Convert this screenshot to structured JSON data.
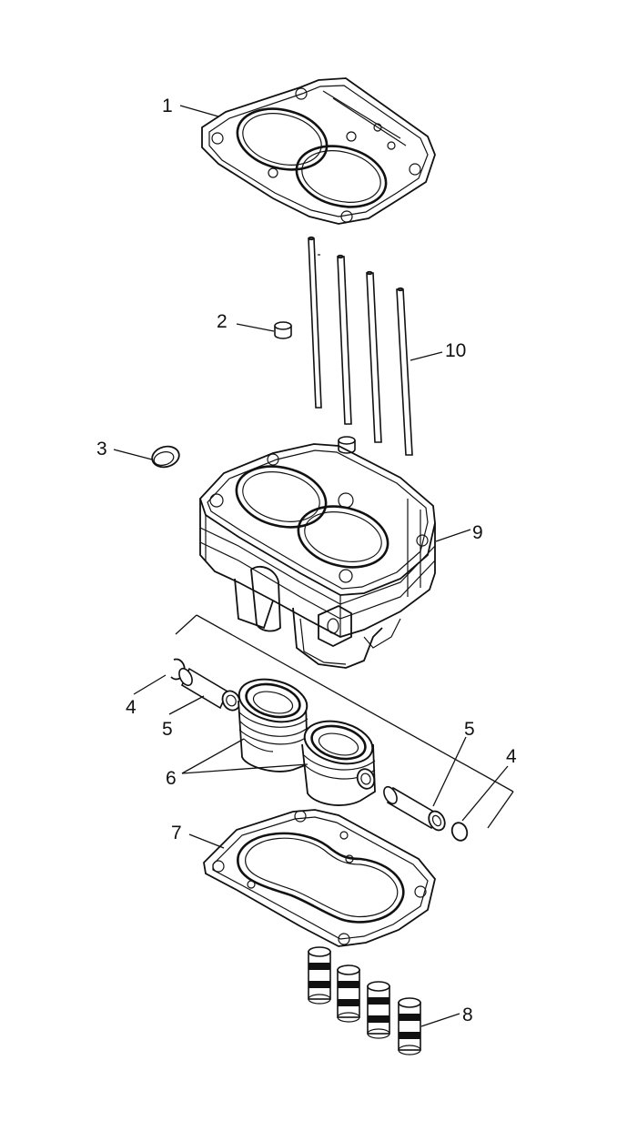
{
  "callouts": {
    "c1": "1",
    "c2": "2",
    "c3": "3",
    "c4a": "4",
    "c4b": "4",
    "c5a": "5",
    "c5b": "5",
    "c6": "6",
    "c7": "7",
    "c8": "8",
    "c9": "9",
    "c10": "10"
  },
  "colors": {
    "ink": "#111111",
    "paper": "#ffffff"
  }
}
